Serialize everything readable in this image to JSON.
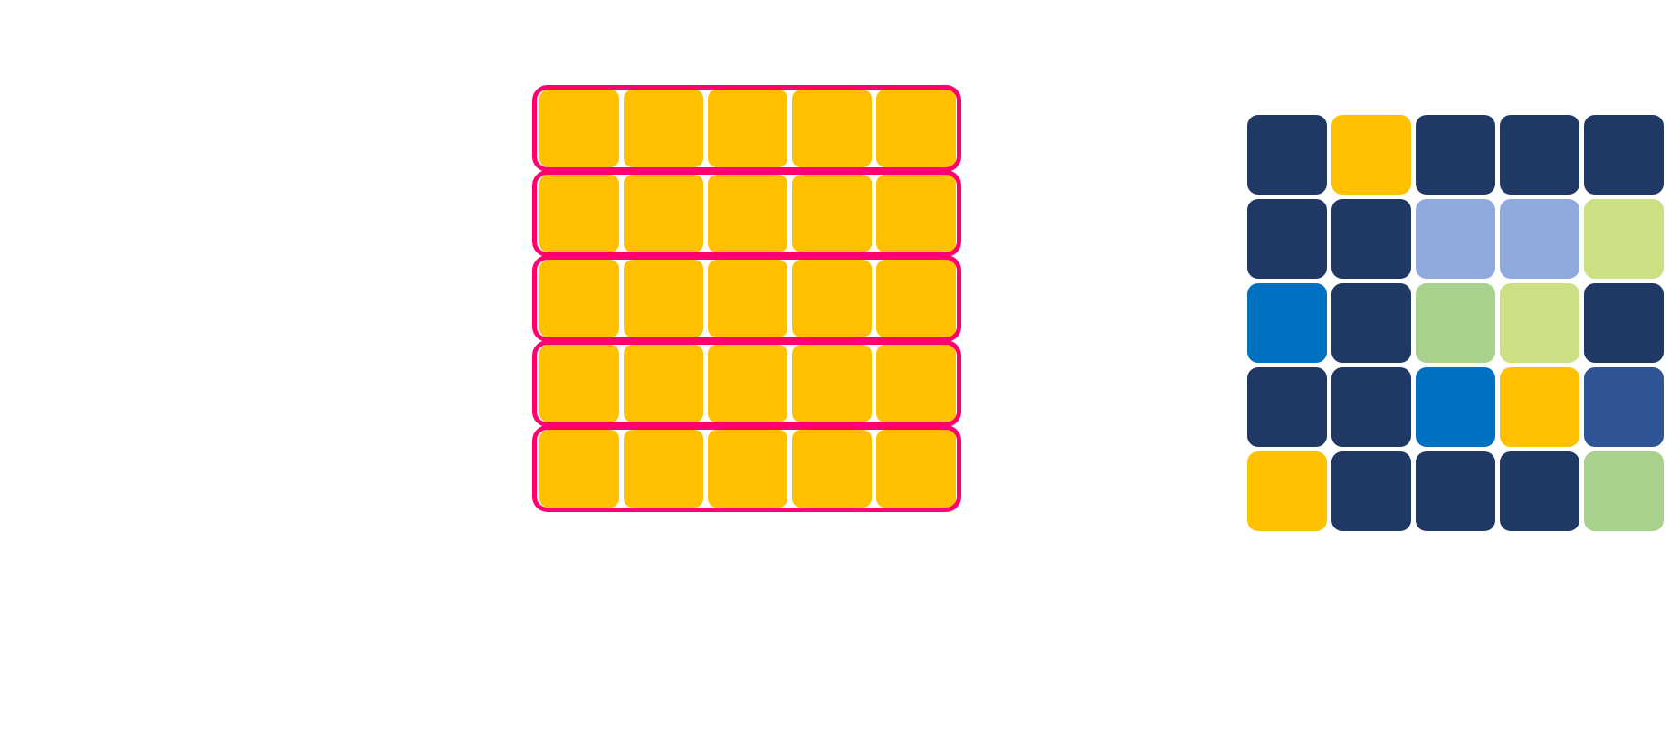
{
  "colors": {
    "outline": "#ff006e",
    "yellow": "#ffc000",
    "navy": "#203864",
    "light-blue": "#8faadc",
    "lime": "#cbdf83",
    "green": "#a9d18e",
    "blue": "#0070c0",
    "mid-blue": "#2f5597"
  },
  "left_grid": {
    "rows": [
      [
        "yellow",
        "yellow",
        "yellow",
        "yellow",
        "yellow"
      ],
      [
        "yellow",
        "yellow",
        "yellow",
        "yellow",
        "yellow"
      ],
      [
        "yellow",
        "yellow",
        "yellow",
        "yellow",
        "yellow"
      ],
      [
        "yellow",
        "yellow",
        "yellow",
        "yellow",
        "yellow"
      ],
      [
        "yellow",
        "yellow",
        "yellow",
        "yellow",
        "yellow"
      ]
    ],
    "row_outline": "outline"
  },
  "right_grid": {
    "rows": [
      [
        "navy",
        "yellow",
        "navy",
        "navy",
        "navy"
      ],
      [
        "navy",
        "navy",
        "light-blue",
        "light-blue",
        "lime"
      ],
      [
        "blue",
        "navy",
        "green",
        "lime",
        "navy"
      ],
      [
        "navy",
        "navy",
        "blue",
        "yellow",
        "mid-blue"
      ],
      [
        "yellow",
        "navy",
        "navy",
        "navy",
        "green"
      ]
    ]
  }
}
